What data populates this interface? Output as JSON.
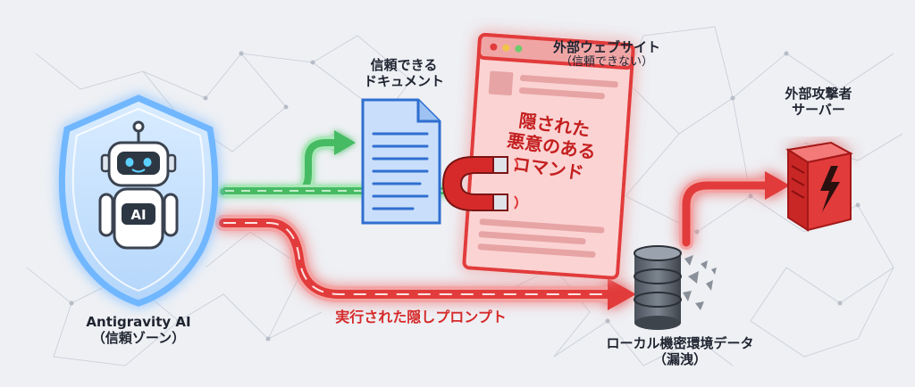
{
  "ai": {
    "badge": "AI",
    "name": "Antigravity AI",
    "zone": "（信頼ゾーン）"
  },
  "trusted_doc": {
    "line1": "信頼できる",
    "line2": "ドキュメント"
  },
  "external_site": {
    "title": "外部ウェブサイト",
    "subtitle": "（信頼できない）",
    "hidden_line1": "隠された",
    "hidden_line2": "悪意のある",
    "hidden_line3": "コマンド"
  },
  "attacker": {
    "line1": "外部攻撃者",
    "line2": "サーバー"
  },
  "prompt_path_label": "実行された隠しプロンプト",
  "database": {
    "line1": "ローカル機密環境データ",
    "line2": "（漏洩）"
  },
  "colors": {
    "trusted_blue": "#5aa8f0",
    "safe_green": "#4fc26a",
    "danger_red": "#e23b3b",
    "background": "#eef0f4"
  }
}
